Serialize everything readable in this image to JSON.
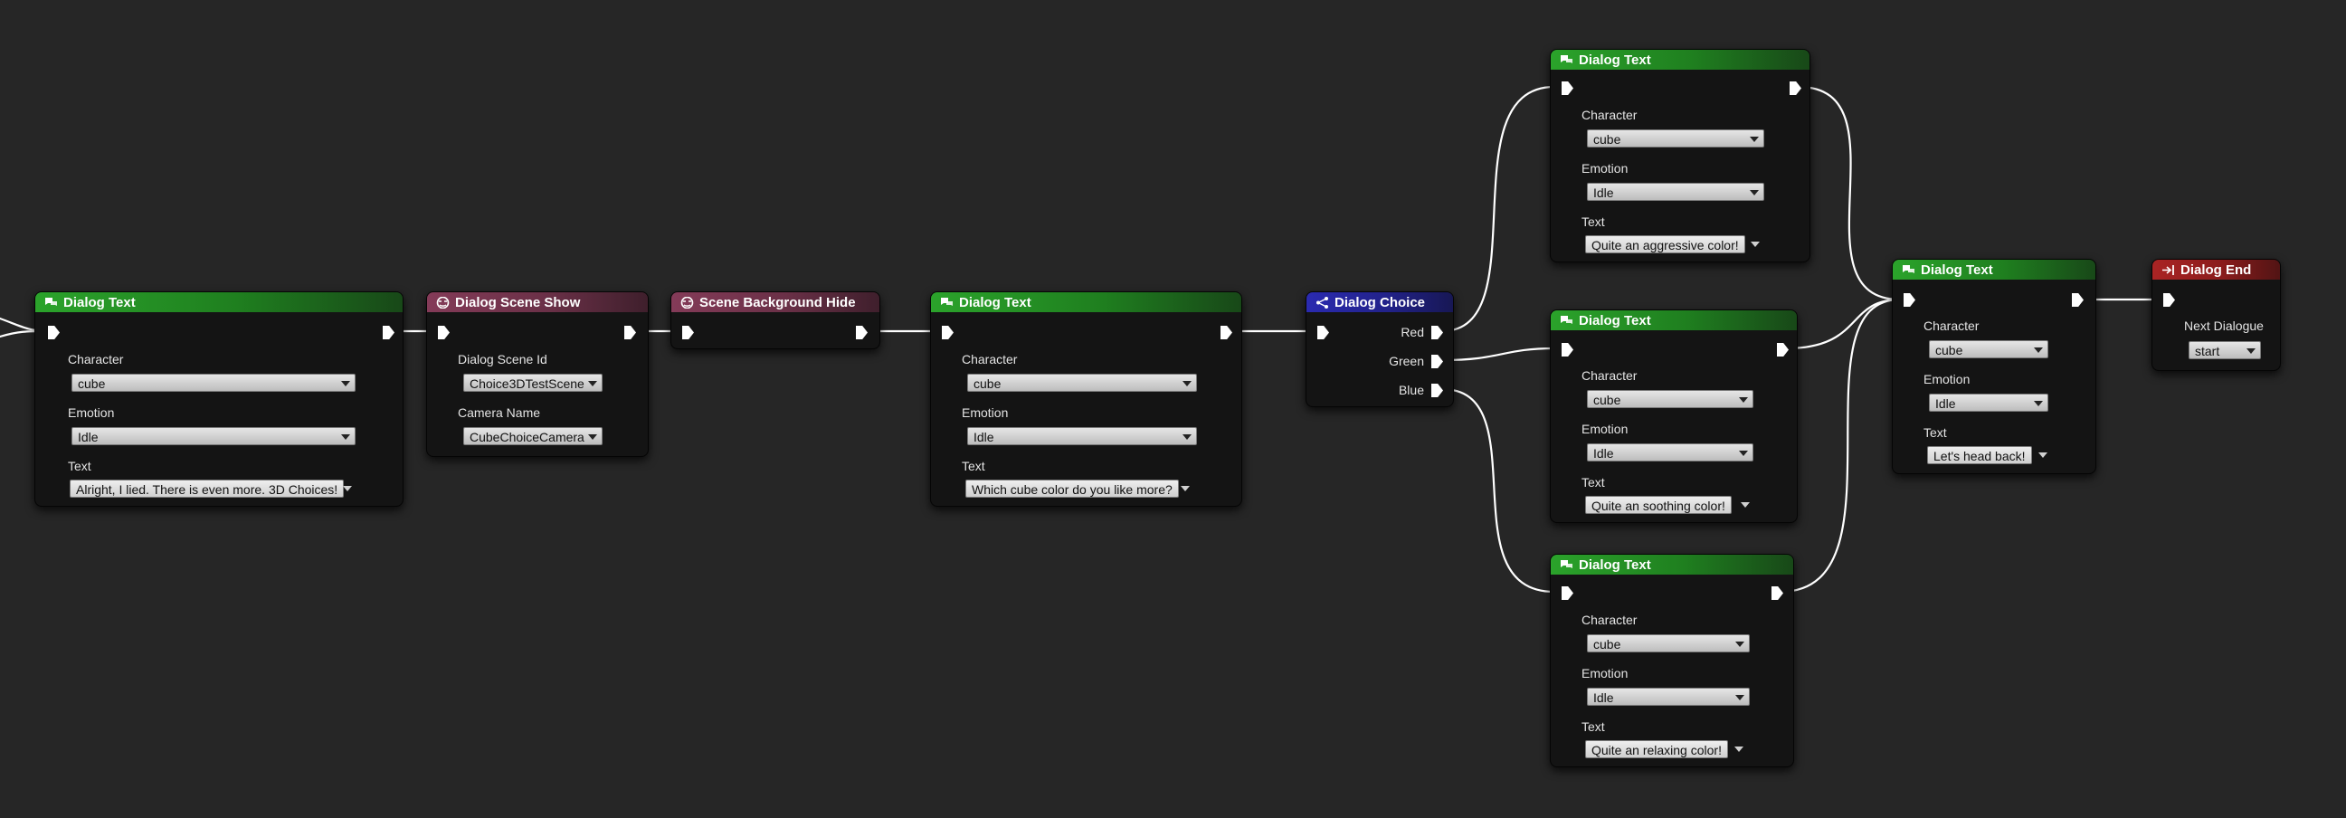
{
  "nodes": {
    "text1": {
      "title": "Dialog Text",
      "character_label": "Character",
      "character": "cube",
      "emotion_label": "Emotion",
      "emotion": "Idle",
      "text_label": "Text",
      "text": "Alright, I lied. There is even more. 3D Choices!"
    },
    "scene_show": {
      "title": "Dialog Scene Show",
      "scene_id_label": "Dialog Scene Id",
      "scene_id": "Choice3DTestScene",
      "camera_label": "Camera Name",
      "camera": "CubeChoiceCamera"
    },
    "bg_hide": {
      "title": "Scene Background Hide"
    },
    "text2": {
      "title": "Dialog Text",
      "character_label": "Character",
      "character": "cube",
      "emotion_label": "Emotion",
      "emotion": "Idle",
      "text_label": "Text",
      "text": "Which cube color do you like more?"
    },
    "choice": {
      "title": "Dialog Choice",
      "options": [
        "Red",
        "Green",
        "Blue"
      ]
    },
    "text_red": {
      "title": "Dialog Text",
      "character_label": "Character",
      "character": "cube",
      "emotion_label": "Emotion",
      "emotion": "Idle",
      "text_label": "Text",
      "text": "Quite an aggressive color!"
    },
    "text_green": {
      "title": "Dialog Text",
      "character_label": "Character",
      "character": "cube",
      "emotion_label": "Emotion",
      "emotion": "Idle",
      "text_label": "Text",
      "text": "Quite an soothing color!"
    },
    "text_blue": {
      "title": "Dialog Text",
      "character_label": "Character",
      "character": "cube",
      "emotion_label": "Emotion",
      "emotion": "Idle",
      "text_label": "Text",
      "text": "Quite an relaxing color!"
    },
    "text_final": {
      "title": "Dialog Text",
      "character_label": "Character",
      "character": "cube",
      "emotion_label": "Emotion",
      "emotion": "Idle",
      "text_label": "Text",
      "text": "Let's head back!"
    },
    "end": {
      "title": "Dialog End",
      "next_label": "Next Dialogue",
      "next": "start"
    }
  },
  "colors": {
    "canvas": "#262626",
    "node_body": "#141414",
    "text_header": "#2ba32b",
    "scene_header": "#843b58",
    "choice_header": "#2a2ab0",
    "end_header": "#aa2424",
    "wire": "#ffffff"
  },
  "icons": {
    "dialog_text": "speech-bubbles-icon",
    "scene": "scene-mask-icon",
    "choice": "branch-icon",
    "end": "exit-arrow-icon"
  }
}
